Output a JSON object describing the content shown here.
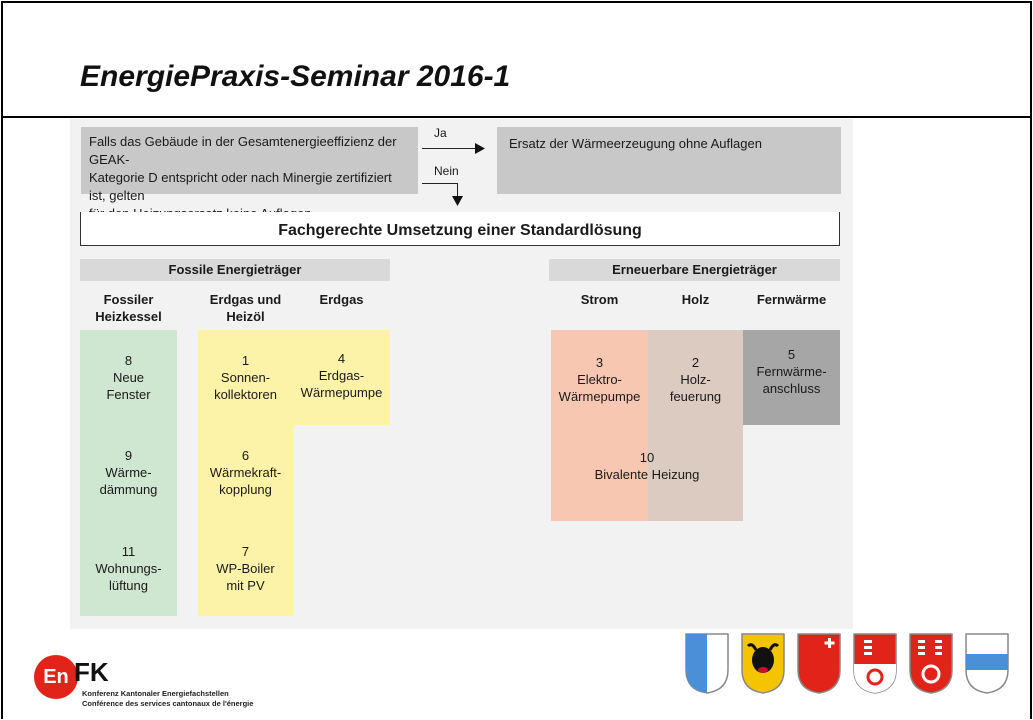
{
  "slide": {
    "title": "EnergiePraxis-Seminar 2016-1"
  },
  "decision": {
    "condition_lines": [
      "Falls das Gebäude in der Gesamtenergieeffizienz der GEAK-",
      "Kategorie D entspricht oder nach Minergie zertifiziert ist, gelten",
      "für den Heizungsersatz keine Auflagen."
    ],
    "yes_label": "Ja",
    "no_label": "Nein",
    "outcome": "Ersatz der Wärmeerzeugung ohne Auflagen"
  },
  "standard_solution": "Fachgerechte Umsetzung einer Standardlösung",
  "groups": {
    "fossil": "Fossile Energieträger",
    "renewable": "Erneuerbare Energieträger"
  },
  "columns": {
    "fossil_boiler": [
      "Fossiler",
      "Heizkessel"
    ],
    "gas_oil": [
      "Erdgas und",
      "Heizöl"
    ],
    "gas": [
      "Erdgas"
    ],
    "electricity": [
      "Strom"
    ],
    "wood": [
      "Holz"
    ],
    "district": [
      "Fernwärme"
    ]
  },
  "solutions": {
    "s8": {
      "num": "8",
      "lines": [
        "Neue",
        "Fenster"
      ]
    },
    "s9": {
      "num": "9",
      "lines": [
        "Wärme-",
        "dämmung"
      ]
    },
    "s11": {
      "num": "11",
      "lines": [
        "Wohnungs-",
        "lüftung"
      ]
    },
    "s1": {
      "num": "1",
      "lines": [
        "Sonnen-",
        "kollektoren"
      ]
    },
    "s6": {
      "num": "6",
      "lines": [
        "Wärmekraft-",
        "kopplung"
      ]
    },
    "s7": {
      "num": "7",
      "lines": [
        "WP-Boiler",
        "mit PV"
      ]
    },
    "s4": {
      "num": "4",
      "lines": [
        "Erdgas-",
        "Wärmepumpe"
      ]
    },
    "s3": {
      "num": "3",
      "lines": [
        "Elektro-",
        "Wärmepumpe"
      ]
    },
    "s2": {
      "num": "2",
      "lines": [
        "Holz-",
        "feuerung"
      ]
    },
    "s5": {
      "num": "5",
      "lines": [
        "Fernwärme-",
        "anschluss"
      ]
    },
    "s10": {
      "num": "10",
      "lines": [
        "Bivalente Heizung"
      ]
    }
  },
  "logo": {
    "mark_left": "En",
    "mark_right": "FK",
    "line1": "Konferenz Kantonaler Energiefachstellen",
    "line2": "Conférence des services cantonaux de l'énergie"
  },
  "colors": {
    "green": "#cfe6d0",
    "yellow": "#fdf3a8",
    "salmon": "#f7c7b2",
    "taupe": "#dccbc1",
    "grey": "#a6a6a6",
    "logo_red": "#e2231a"
  },
  "icons": [
    "lucerne-shield-icon",
    "uri-shield-icon",
    "schwyz-shield-icon",
    "obwalden-shield-icon",
    "nidwalden-shield-icon",
    "zug-shield-icon"
  ]
}
